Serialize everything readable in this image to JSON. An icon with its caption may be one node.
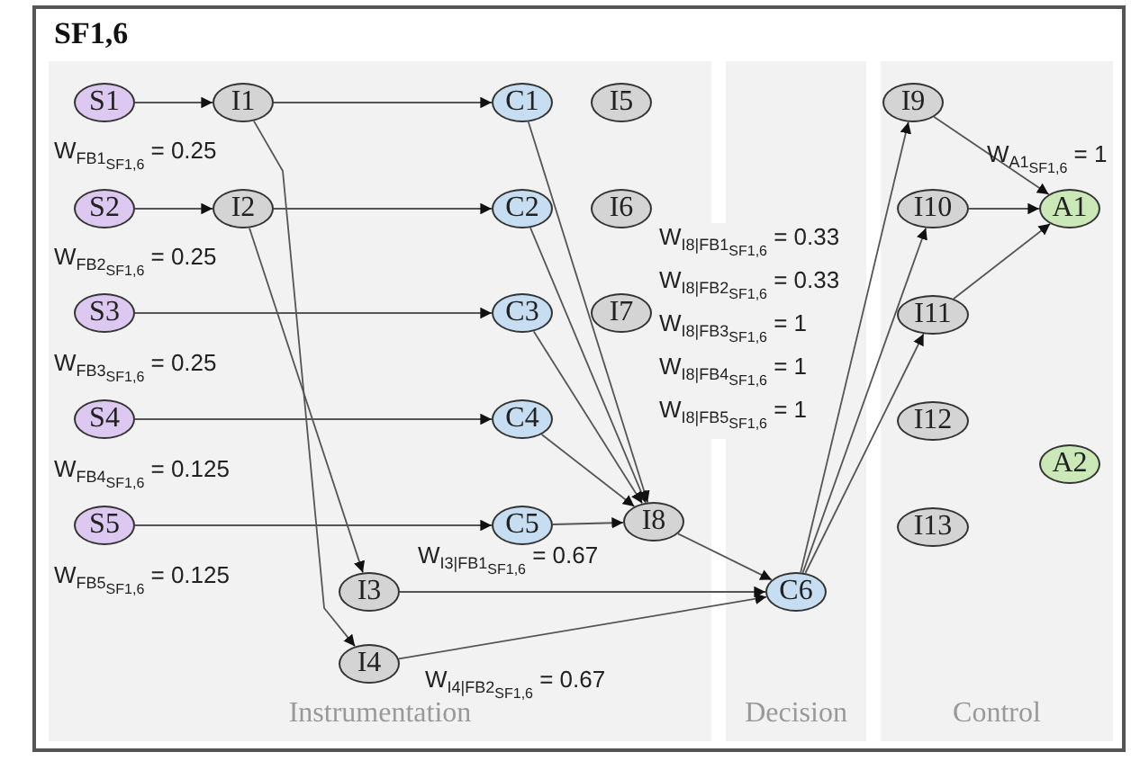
{
  "diagram": {
    "nodes": [
      {
        "text": [
          "SF1,6"
        ]
      },
      {
        "text": [
          "Instrumentation"
        ],
        "in": 0
      },
      {
        "text": [
          "Decision"
        ],
        "in": 0
      },
      {
        "text": [
          "Control"
        ],
        "in": 0
      },
      {
        "text": [
          "S1"
        ],
        "in": 1
      },
      {
        "text": [
          "I1"
        ],
        "in": 1
      },
      {
        "text": [
          "C1"
        ],
        "in": 1
      },
      {
        "text": [
          "I5"
        ],
        "in": 1
      },
      {
        "text": [
          "S2"
        ],
        "in": 1
      },
      {
        "text": [
          "I2"
        ],
        "in": 1
      },
      {
        "text": [
          "C2"
        ],
        "in": 1
      },
      {
        "text": [
          "I6"
        ],
        "in": 1
      },
      {
        "text": [
          "S3"
        ],
        "in": 1
      },
      {
        "text": [
          "C3"
        ],
        "in": 1
      },
      {
        "text": [
          "I7"
        ],
        "in": 1
      },
      {
        "text": [
          "S4"
        ],
        "in": 1
      },
      {
        "text": [
          "C4"
        ],
        "in": 1
      },
      {
        "text": [
          "S5"
        ],
        "in": 1
      },
      {
        "text": [
          "C5"
        ],
        "in": 1
      },
      {
        "text": [
          "I8"
        ],
        "in": 1
      },
      {
        "text": [
          "I3"
        ],
        "in": 1
      },
      {
        "text": [
          "I4"
        ],
        "in": 1
      },
      {
        "text": [
          "C6"
        ],
        "in": 2
      },
      {
        "text": [
          "I9"
        ],
        "in": 3
      },
      {
        "text": [
          "I10"
        ],
        "in": 3
      },
      {
        "text": [
          "A1"
        ],
        "in": 3
      },
      {
        "text": [
          "I11"
        ],
        "in": 3
      },
      {
        "text": [
          "I12"
        ],
        "in": 3
      },
      {
        "text": [
          "A2"
        ],
        "in": 3
      },
      {
        "text": [
          "I13"
        ],
        "in": 3
      }
    ],
    "edges": [
      {
        "from": 4,
        "to": 5,
        "arrow": "to"
      },
      {
        "from": 5,
        "to": 6,
        "arrow": "to"
      },
      {
        "from": 8,
        "to": 9,
        "arrow": "to"
      },
      {
        "from": 9,
        "to": 10,
        "arrow": "to"
      },
      {
        "from": 12,
        "to": 13,
        "arrow": "to"
      },
      {
        "from": 15,
        "to": 16,
        "arrow": "to"
      },
      {
        "from": 17,
        "to": 18,
        "arrow": "to"
      },
      {
        "from": 5,
        "to": 21,
        "arrow": "to"
      },
      {
        "from": 9,
        "to": 20,
        "arrow": "to"
      },
      {
        "from": 6,
        "to": 19,
        "arrow": "to"
      },
      {
        "from": 10,
        "to": 19,
        "arrow": "to"
      },
      {
        "from": 13,
        "to": 19,
        "arrow": "to"
      },
      {
        "from": 16,
        "to": 19,
        "arrow": "to"
      },
      {
        "from": 18,
        "to": 19,
        "arrow": "to"
      },
      {
        "from": 19,
        "to": 22,
        "arrow": "to"
      },
      {
        "from": 20,
        "to": 22,
        "arrow": "to"
      },
      {
        "from": 21,
        "to": 22,
        "arrow": "to"
      },
      {
        "from": 22,
        "to": 23,
        "arrow": "to"
      },
      {
        "from": 22,
        "to": 24,
        "arrow": "to"
      },
      {
        "from": 22,
        "to": 26,
        "arrow": "to"
      },
      {
        "from": 23,
        "to": 25,
        "arrow": "to"
      },
      {
        "from": 24,
        "to": 25,
        "arrow": "to"
      },
      {
        "from": 26,
        "to": 25,
        "arrow": "to"
      }
    ],
    "labels": [
      "W$_{FB1}$$_{SF1,6}$ = 0.25",
      "W$_{A1}$$_{SF1,6}$ = 1",
      "W$_{FB2}$$_{SF1,6}$ = 0.25",
      "W$_{I8|FB1}$$_{SF1,6}$ = 0.33",
      "W$_{I8|FB2}$$_{SF1,6}$ = 0.33",
      "W$_{FB3}$$_{SF1,6}$ = 0.25",
      "W$_{I8|FB3}$$_{SF1,6}$ = 1",
      "W$_{I8|FB4}$$_{SF1,6}$ = 1",
      "W$_{FB4}$$_{SF1,6}$ = 0.125",
      "W$_{I8|FB5}$$_{SF1,6}$ = 1",
      "W$_{FB5}$$_{SF1,6}$ = 0.125",
      "W$_{I3|FB1}$$_{SF1,6}$ = 0.67",
      "W$_{I4|FB2}$$_{SF1,6}$ = 0.67"
    ]
  }
}
